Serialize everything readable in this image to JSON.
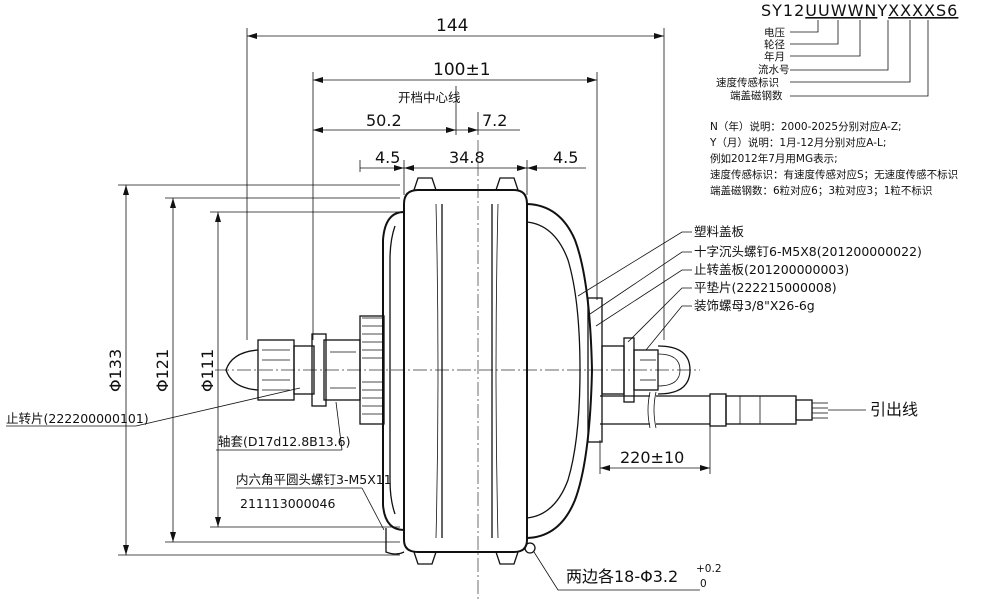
{
  "model_code": {
    "prefix": "SY12",
    "u1": "U",
    "u2": "U",
    "w1": "W",
    "w2": "W",
    "n": "N",
    "y": "Y",
    "x1": "X",
    "x2": "X",
    "x3": "X",
    "x4": "X",
    "s": "S",
    "six": "6"
  },
  "code_legend": [
    "电压",
    "轮径",
    "年月",
    "流水号",
    "速度传感标识",
    "端盖磁钢数"
  ],
  "notes": [
    "N（年）说明：2000-2025分别对应A-Z;",
    "Y（月）说明：1月-12月分别对应A-L;",
    "例如2012年7月用MG表示;",
    "速度传感标识：有速度传感对应S；无速度传感不标识",
    "端盖磁钢数：6粒对应6；3粒对应3；1粒不标识"
  ],
  "dimensions": {
    "overall_width": "144",
    "flange_span": "100±1",
    "left_offset": "50.2",
    "right_offset": "7.2",
    "flange_left": "4.5",
    "hub_width": "34.8",
    "flange_right": "4.5",
    "dia_outer": "Φ133",
    "dia_121": "Φ121",
    "dia_111": "Φ111",
    "cable_length": "220±10",
    "spoke_holes": "两边各18-Φ3.2",
    "spoke_tol_upper": "+0.2",
    "spoke_tol_lower": "0"
  },
  "labels": {
    "dropout_center": "开档中心线",
    "plastic_cover": "塑料盖板",
    "cross_screw": "十字沉头螺钉6-M5X8(201200000022)",
    "anti_rotation_cover": "止转盖板(201200000003)",
    "flat_washer": "平垫片(222215000008)",
    "decor_nut": "装饰螺母3/8\"X26-6g",
    "lead_wire": "引出线",
    "anti_rotation_washer": "止转片(222200000101)",
    "axle_sleeve": "轴套(D17d12.8B13.6)",
    "hex_screw": "内六角平圆头螺钉3-M5X11",
    "hex_screw_code": "211113000046"
  }
}
